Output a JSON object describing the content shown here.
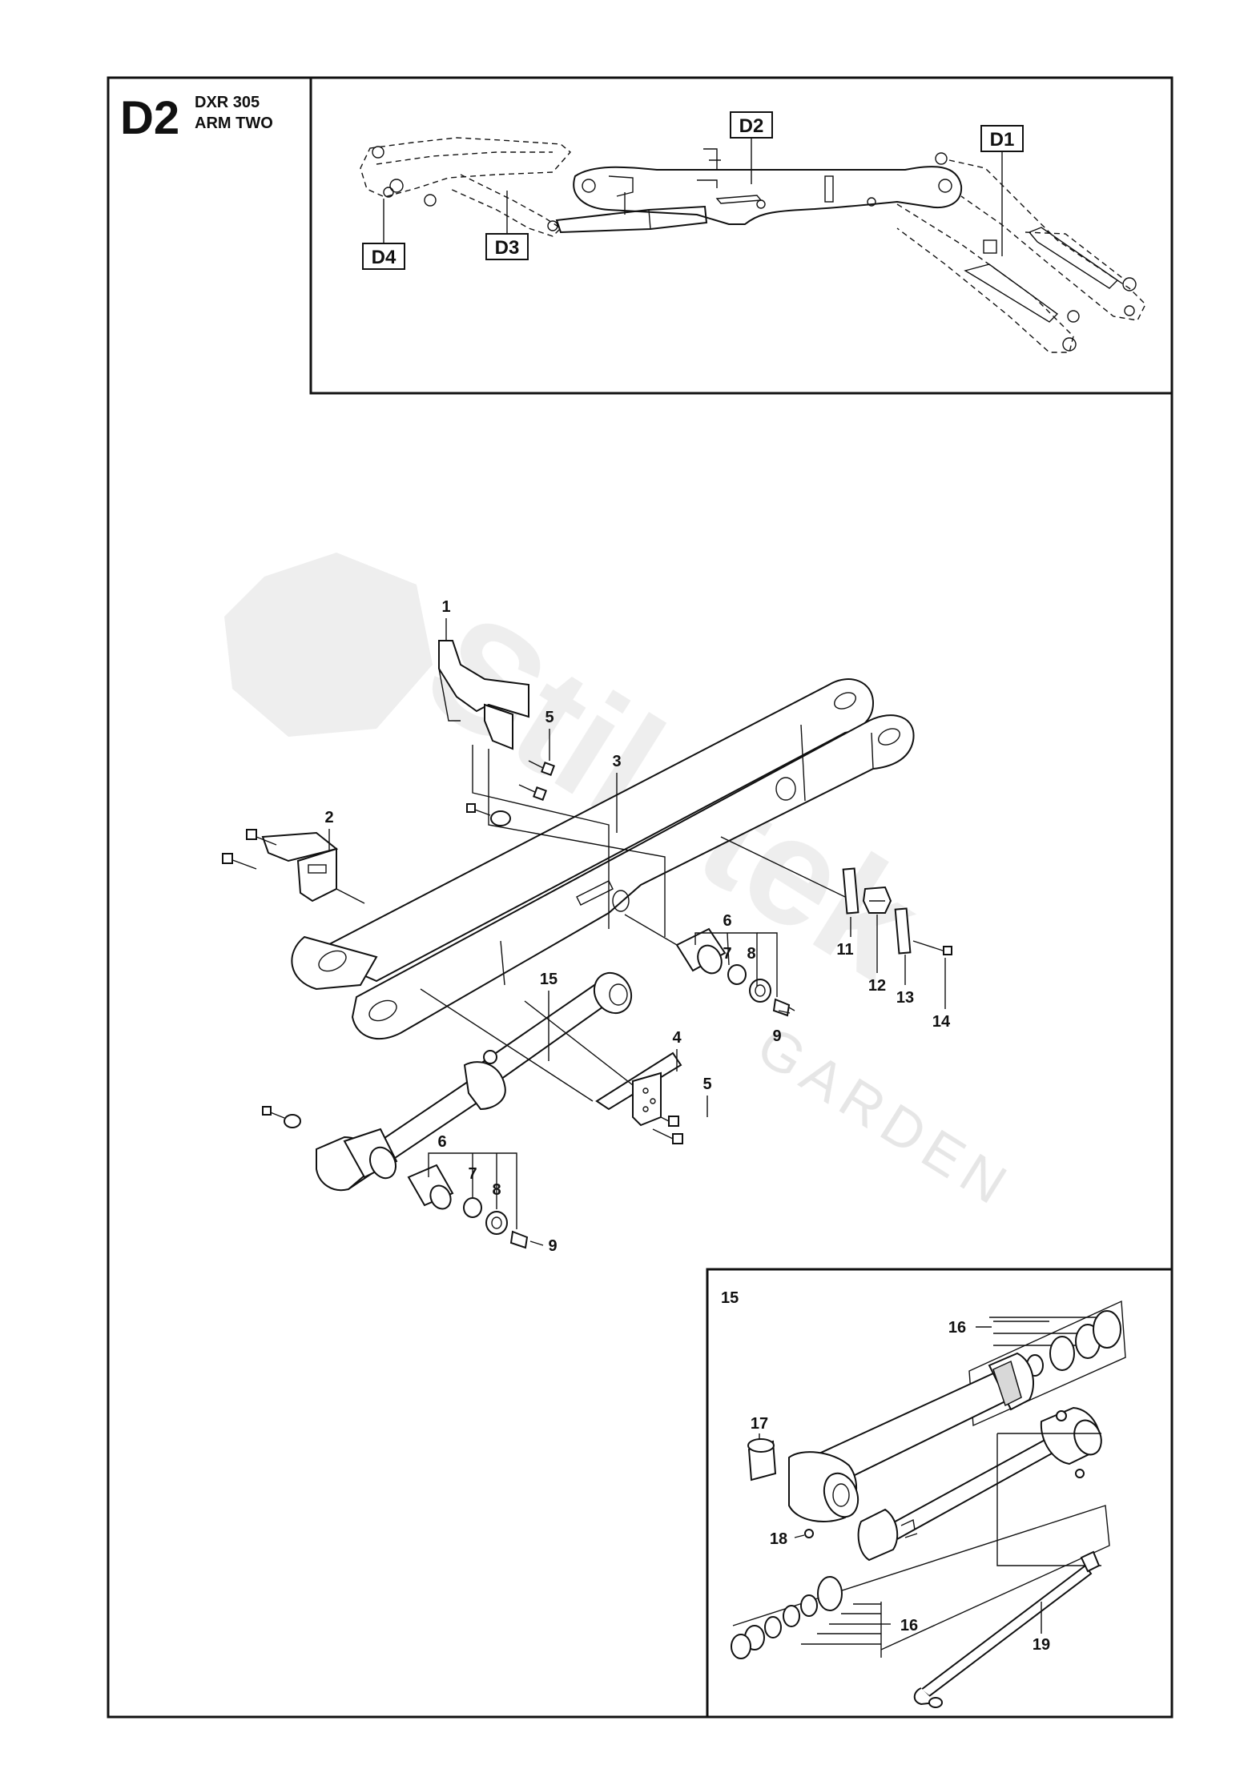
{
  "header": {
    "code": "D2",
    "model": "DXR 305",
    "section": "ARM TWO"
  },
  "overview": {
    "tags": [
      "D2",
      "D1",
      "D3",
      "D4"
    ]
  },
  "watermark": {
    "brand": "Stiletek",
    "sub": "GARDEN"
  },
  "main_callouts": [
    "1",
    "5",
    "3",
    "2",
    "6",
    "7",
    "8",
    "9",
    "11",
    "12",
    "13",
    "14",
    "15",
    "4",
    "5",
    "6",
    "7",
    "8",
    "9"
  ],
  "inset": {
    "label": "15",
    "callouts": [
      "16",
      "17",
      "18",
      "16",
      "19"
    ]
  }
}
